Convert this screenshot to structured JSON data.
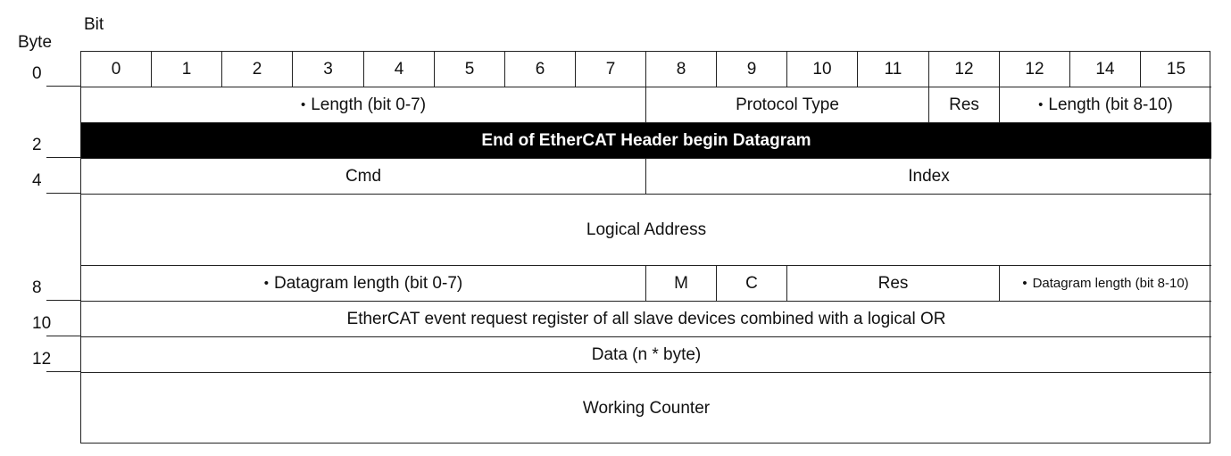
{
  "axis": {
    "bit_title": "Bit",
    "byte_title": "Byte"
  },
  "byte_ticks": [
    {
      "label": "0",
      "row_line": 1
    },
    {
      "label": "2",
      "row_line": 3
    },
    {
      "label": "4",
      "row_line": 4
    },
    {
      "label": "8",
      "row_line": 6
    },
    {
      "label": "10",
      "row_line": 7
    },
    {
      "label": "12",
      "row_line": 8
    }
  ],
  "bit_headers": [
    "0",
    "1",
    "2",
    "3",
    "4",
    "5",
    "6",
    "7",
    "8",
    "9",
    "10",
    "11",
    "12",
    "12",
    "14",
    "15"
  ],
  "row_units": [
    1,
    1,
    1,
    1,
    2,
    1,
    1,
    1,
    2
  ],
  "fields": [
    {
      "row": 1,
      "col": 0,
      "span": 8,
      "rows": 1,
      "label": "Length (bit 0-7)",
      "bullet": true
    },
    {
      "row": 1,
      "col": 8,
      "span": 4,
      "rows": 1,
      "label": "Protocol Type"
    },
    {
      "row": 1,
      "col": 12,
      "span": 1,
      "rows": 1,
      "label": "Res"
    },
    {
      "row": 1,
      "col": 13,
      "span": 3,
      "rows": 1,
      "label": "Length (bit 8-10)",
      "bullet": true
    },
    {
      "row": 2,
      "col": 0,
      "span": 16,
      "rows": 1,
      "label": "End of EtherCAT Header begin Datagram",
      "dark": true
    },
    {
      "row": 3,
      "col": 0,
      "span": 8,
      "rows": 1,
      "label": "Cmd"
    },
    {
      "row": 3,
      "col": 8,
      "span": 8,
      "rows": 1,
      "label": "Index"
    },
    {
      "row": 4,
      "col": 0,
      "span": 16,
      "rows": 1,
      "label": "Logical Address"
    },
    {
      "row": 5,
      "col": 0,
      "span": 8,
      "rows": 1,
      "label": "Datagram length (bit 0-7)",
      "bullet": true
    },
    {
      "row": 5,
      "col": 8,
      "span": 1,
      "rows": 1,
      "label": "M"
    },
    {
      "row": 5,
      "col": 9,
      "span": 1,
      "rows": 1,
      "label": "C"
    },
    {
      "row": 5,
      "col": 10,
      "span": 3,
      "rows": 1,
      "label": "Res"
    },
    {
      "row": 5,
      "col": 13,
      "span": 3,
      "rows": 1,
      "label": "Datagram length (bit 8-10)",
      "bullet": true,
      "small": true
    },
    {
      "row": 6,
      "col": 0,
      "span": 16,
      "rows": 1,
      "label": "EtherCAT event request register of all slave devices combined with a logical OR"
    },
    {
      "row": 7,
      "col": 0,
      "span": 16,
      "rows": 1,
      "label": "Data (n * byte)"
    },
    {
      "row": 8,
      "col": 0,
      "span": 16,
      "rows": 1,
      "label": "Working Counter"
    }
  ],
  "bullet_glyph": "•"
}
